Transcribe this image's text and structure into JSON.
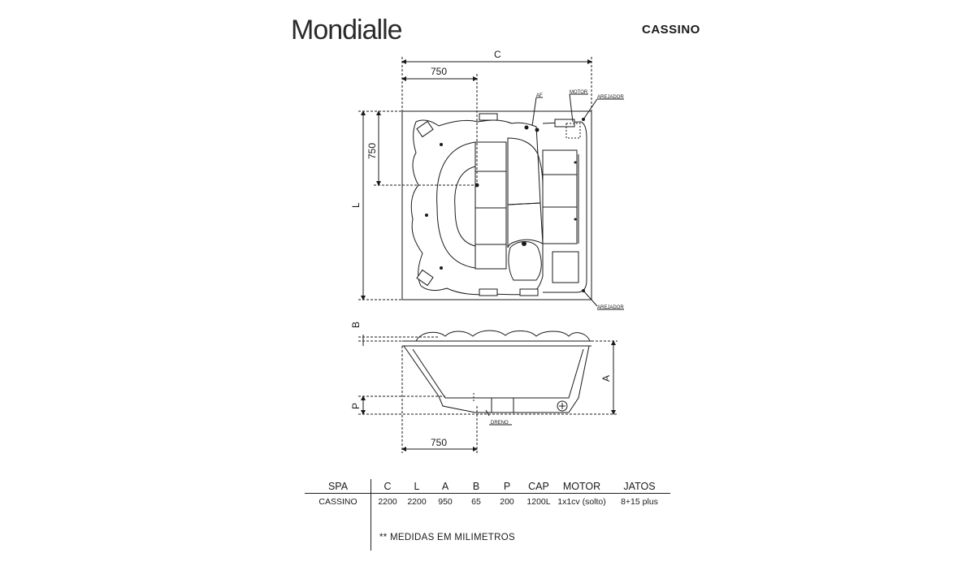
{
  "brand": {
    "name": "Mondialle"
  },
  "model": {
    "name": "CASSINO"
  },
  "dimensions": {
    "width_label": "C",
    "length_label": "L",
    "height_label": "A",
    "b_label": "B",
    "p_label": "P",
    "top_offset": "750",
    "side_offset": "750",
    "bottom_offset": "750"
  },
  "callouts": {
    "af": "AF",
    "motor": "MOTOR",
    "arejador_top": "AREJADOR",
    "arejador_bottom": "AREJADOR",
    "dreno": "DRENO"
  },
  "spec_table": {
    "headers": [
      "SPA",
      "C",
      "L",
      "A",
      "B",
      "P",
      "CAP",
      "MOTOR",
      "JATOS"
    ],
    "rows": [
      [
        "CASSINO",
        "2200",
        "2200",
        "950",
        "65",
        "200",
        "1200L",
        "1x1cv (solto)",
        "8+15 plus"
      ]
    ]
  },
  "note": "** MEDIDAS EM MILIMETROS",
  "colors": {
    "line": "#1a1a1a",
    "background": "#ffffff"
  }
}
